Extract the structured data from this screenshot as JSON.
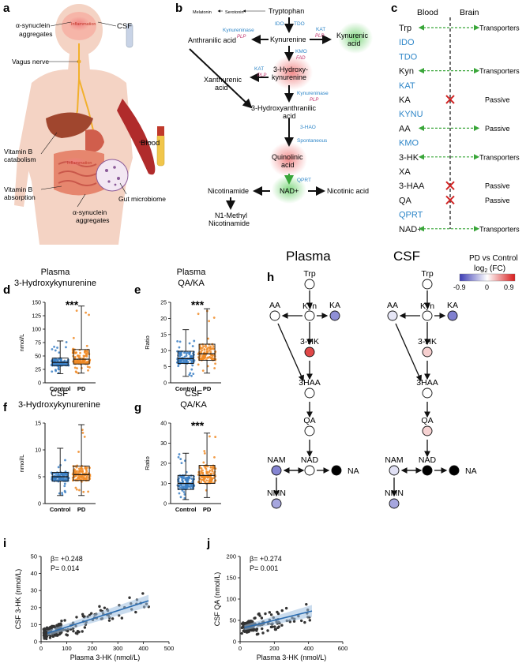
{
  "panel_letters": {
    "a": "a",
    "b": "b",
    "c": "c",
    "d": "d",
    "e": "e",
    "f": "f",
    "g": "g",
    "h": "h",
    "i": "i",
    "j": "j"
  },
  "panel_a": {
    "labels": {
      "inflammation_head": "Inflammation",
      "a_syn_top": "α-synuclein",
      "a_syn_top2": "aggregates",
      "csf": "CSF",
      "vagus": "Vagus nerve",
      "vitb_cat1": "Vitamin B",
      "vitb_cat2": "catabolism",
      "blood": "Blood",
      "inflammation_gut": "Inflammation",
      "vitb_abs1": "Vitamin B",
      "vitb_abs2": "absorption",
      "gut_micro": "Gut microbiome",
      "a_syn_bot": "α-synuclein",
      "a_syn_bot2": "aggregates"
    }
  },
  "panel_b": {
    "melatonin": "Melatonin",
    "serotonin": "Serotonin",
    "tryptophan": "Tryptophan",
    "ido": "IDO",
    "tdo": "TDO",
    "kynurenine": "Kynurenine",
    "kynureninase_top": "Kynureninase",
    "plp1": "PLP",
    "kat_top": "KAT",
    "plp2": "PLP",
    "kynurenic1": "Kynurenic",
    "kynurenic2": "acid",
    "anthranilic": "Anthranilic acid",
    "kmo": "KMO",
    "fad": "FAD",
    "kat_mid": "KAT",
    "plp3": "PLP",
    "xanth1": "Xanthurenic",
    "xanth2": "acid",
    "hk1": "3-Hydroxy-",
    "hk2": "kynurenine",
    "kynureninase_mid": "Kynureninase",
    "plp4": "PLP",
    "haa1": "3-Hydroxyanthranilic",
    "haa2": "acid",
    "hao": "3-HAO",
    "spontaneous": "Spontaneous",
    "quin1": "Quinolinic",
    "quin2": "acid",
    "qprt": "QPRT",
    "nicotinamide": "Nicotinamide",
    "nad": "NAD+",
    "nicotinic": "Nicotinic acid",
    "n1m1": "N1-Methyl",
    "n1m2": "Nicotinamide"
  },
  "panel_c": {
    "blood": "Blood",
    "brain": "Brain",
    "rows": [
      {
        "name": "Trp",
        "enzyme": false,
        "arrow": "both",
        "blocked": false,
        "mode": "Transporters"
      },
      {
        "name": "IDO",
        "enzyme": true,
        "arrow": "none",
        "blocked": false,
        "mode": ""
      },
      {
        "name": "TDO",
        "enzyme": true,
        "arrow": "none",
        "blocked": false,
        "mode": ""
      },
      {
        "name": "Kyn",
        "enzyme": false,
        "arrow": "both",
        "blocked": false,
        "mode": "Transporters"
      },
      {
        "name": "KAT",
        "enzyme": true,
        "arrow": "none",
        "blocked": false,
        "mode": ""
      },
      {
        "name": "KA",
        "enzyme": false,
        "arrow": "none",
        "blocked": true,
        "mode": "Passive"
      },
      {
        "name": "KYNU",
        "enzyme": true,
        "arrow": "none",
        "blocked": false,
        "mode": ""
      },
      {
        "name": "AA",
        "enzyme": false,
        "arrow": "both",
        "blocked": false,
        "mode": "Passive"
      },
      {
        "name": "KMO",
        "enzyme": true,
        "arrow": "none",
        "blocked": false,
        "mode": ""
      },
      {
        "name": "3-HK",
        "enzyme": false,
        "arrow": "both",
        "blocked": false,
        "mode": "Transporters"
      },
      {
        "name": "XA",
        "enzyme": false,
        "arrow": "none",
        "blocked": false,
        "mode": ""
      },
      {
        "name": "3-HAA",
        "enzyme": false,
        "arrow": "none",
        "blocked": true,
        "mode": "Passive"
      },
      {
        "name": "QA",
        "enzyme": false,
        "arrow": "none",
        "blocked": true,
        "mode": "Passive"
      },
      {
        "name": "QPRT",
        "enzyme": true,
        "arrow": "none",
        "blocked": false,
        "mode": ""
      },
      {
        "name": "NAD+",
        "enzyme": false,
        "arrow": "both",
        "blocked": false,
        "mode": "Transporters"
      }
    ]
  },
  "panel_h": {
    "plasma_title": "Plasma",
    "csf_title": "CSF",
    "legend_title1": "PD vs Control",
    "legend_title2": "log",
    "legend_sub": "2",
    "legend_title3": " (FC)",
    "legend_min": "-0.9",
    "legend_mid": "0",
    "legend_max": "0.9",
    "node_labels": {
      "Trp": "Trp",
      "Kyn": "Kyn",
      "AA": "AA",
      "KA": "KA",
      "HK": "3-HK",
      "HAA": "3HAA",
      "QA": "QA",
      "NAD": "NAD",
      "NAM": "NAM",
      "NA": "NA",
      "NMN": "NMN"
    },
    "plasma_colors": {
      "Trp": "#ffffff",
      "Kyn": "#ffffff",
      "AA": "#ffffff",
      "KA": "#8f8fd6",
      "HK": "#e04848",
      "HAA": "#ffffff",
      "QA": "#ffffff",
      "NAD": "#ffffff",
      "NAM": "#8585d2",
      "NA": "#000000",
      "NMN": "#a6a6de"
    },
    "csf_colors": {
      "Trp": "#ffffff",
      "Kyn": "#ffffff",
      "AA": "#e6e6f6",
      "KA": "#8080d0",
      "HK": "#f6cfcf",
      "HAA": "#ffffff",
      "QA": "#f6d2d2",
      "NAD": "#000000",
      "NAM": "#e0e0f4",
      "NA": "#000000",
      "NMN": "#a6a6de"
    }
  },
  "box_panels": [
    {
      "id": "d",
      "title1": "Plasma",
      "title2": "3-Hydroxykynurenine",
      "ylabel": "nmol/L",
      "ylim": [
        0,
        150
      ],
      "ticks": [
        0,
        25,
        50,
        75,
        100,
        125,
        150
      ],
      "sig": "***",
      "groups": [
        {
          "name": "Control",
          "color": "#3b7fc4",
          "min": 17,
          "q1": 32,
          "median": 38,
          "q3": 46,
          "max": 78
        },
        {
          "name": "PD",
          "color": "#f08a24",
          "min": 18,
          "q1": 35,
          "median": 44,
          "q3": 62,
          "max": 143
        }
      ]
    },
    {
      "id": "e",
      "title1": "Plasma",
      "title2": "QA/KA",
      "ylabel": "Ratio",
      "ylim": [
        0,
        25
      ],
      "ticks": [
        0,
        5,
        10,
        15,
        20,
        25
      ],
      "sig": "***",
      "groups": [
        {
          "name": "Control",
          "color": "#3b7fc4",
          "min": 2,
          "q1": 6,
          "median": 7.5,
          "q3": 9.8,
          "max": 16.5
        },
        {
          "name": "PD",
          "color": "#f08a24",
          "min": 3,
          "q1": 7,
          "median": 9,
          "q3": 12,
          "max": 23
        }
      ]
    },
    {
      "id": "f",
      "title1": "CSF",
      "title2": "3-Hydroxykynurenine",
      "ylabel": "nmol/L",
      "ylim": [
        0,
        15
      ],
      "ticks": [
        0,
        5,
        10,
        15
      ],
      "sig": "",
      "groups": [
        {
          "name": "Control",
          "color": "#3b7fc4",
          "min": 1.5,
          "q1": 4.2,
          "median": 5,
          "q3": 5.8,
          "max": 10.3
        },
        {
          "name": "PD",
          "color": "#f08a24",
          "min": 1.5,
          "q1": 4.3,
          "median": 5.4,
          "q3": 7,
          "max": 14.7
        }
      ]
    },
    {
      "id": "g",
      "title1": "CSF",
      "title2": "QA/KA",
      "ylabel": "Ratio",
      "ylim": [
        0,
        40
      ],
      "ticks": [
        0,
        10,
        20,
        30,
        40
      ],
      "sig": "***",
      "groups": [
        {
          "name": "Control",
          "color": "#3b7fc4",
          "min": 2,
          "q1": 7,
          "median": 10,
          "q3": 14,
          "max": 25
        },
        {
          "name": "PD",
          "color": "#f08a24",
          "min": 3,
          "q1": 10,
          "median": 14,
          "q3": 19,
          "max": 35
        }
      ]
    }
  ],
  "scatter_panels": [
    {
      "id": "i",
      "xlabel": "Plasma 3-HK (nmol/L)",
      "ylabel": "CSF 3-HK (nmol/L)",
      "xlim": [
        0,
        500
      ],
      "ylim": [
        0,
        50
      ],
      "xticks": [
        0,
        100,
        200,
        300,
        400,
        500
      ],
      "yticks": [
        0,
        10,
        20,
        30,
        40,
        50
      ],
      "beta": "β= +0.248",
      "p": "P= 0.014",
      "fit": [
        [
          25,
          5
        ],
        [
          420,
          24
        ]
      ]
    },
    {
      "id": "j",
      "xlabel": "Plasma 3-HK (nmol/L)",
      "ylabel": "CSF QA (nmol/L)",
      "xlim": [
        0,
        600
      ],
      "ylim": [
        0,
        200
      ],
      "xticks": [
        0,
        200,
        400,
        600
      ],
      "yticks": [
        0,
        50,
        100,
        150,
        200
      ],
      "beta": "β= +0.274",
      "p": "P= 0.001",
      "fit": [
        [
          25,
          33
        ],
        [
          420,
          72
        ]
      ]
    }
  ],
  "chart_data": [
    {
      "type": "box",
      "title": "Plasma 3-Hydroxykynurenine",
      "ylabel": "nmol/L",
      "categories": [
        "Control",
        "PD"
      ]
    },
    {
      "type": "box",
      "title": "Plasma QA/KA",
      "ylabel": "Ratio",
      "categories": [
        "Control",
        "PD"
      ]
    },
    {
      "type": "box",
      "title": "CSF 3-Hydroxykynurenine",
      "ylabel": "nmol/L",
      "categories": [
        "Control",
        "PD"
      ]
    },
    {
      "type": "box",
      "title": "CSF QA/KA",
      "ylabel": "Ratio",
      "categories": [
        "Control",
        "PD"
      ]
    },
    {
      "type": "scatter",
      "xlabel": "Plasma 3-HK (nmol/L)",
      "ylabel": "CSF 3-HK (nmol/L)",
      "xlim": [
        0,
        500
      ],
      "ylim": [
        0,
        50
      ]
    },
    {
      "type": "scatter",
      "xlabel": "Plasma 3-HK (nmol/L)",
      "ylabel": "CSF QA (nmol/L)",
      "xlim": [
        0,
        600
      ],
      "ylim": [
        0,
        200
      ]
    }
  ],
  "colors": {
    "enzyme": "#2e86c8",
    "cofactor": "#c0306b",
    "arrow_green": "#3aa63a",
    "control": "#3b7fc4",
    "pd": "#f08a24"
  }
}
